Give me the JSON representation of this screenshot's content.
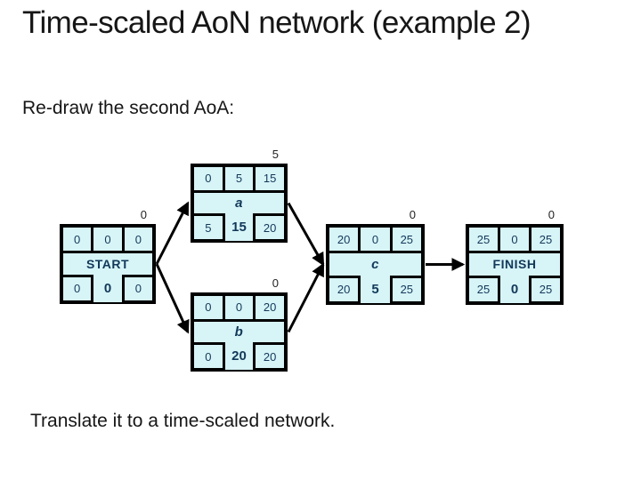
{
  "slide": {
    "title": "Time-scaled AoN network (example 2)",
    "subtitle": "Re-draw the second AoA:",
    "footer": "Translate it to a time-scaled network."
  },
  "colors": {
    "node_fill": "#d7f4f7",
    "node_text": "#12395a",
    "edge": "#000000"
  },
  "diagram": {
    "type": "activity-on-node-network",
    "nodes": [
      {
        "id": "start",
        "name": "START",
        "above_label": "0",
        "top_row": [
          "0",
          "0",
          "0"
        ],
        "bottom_row": [
          "0",
          "0",
          "0"
        ]
      },
      {
        "id": "a",
        "name": "a",
        "above_label": "5",
        "top_row": [
          "0",
          "5",
          "15"
        ],
        "bottom_row": [
          "5",
          "15",
          "20"
        ]
      },
      {
        "id": "b",
        "name": "b",
        "above_label": "0",
        "top_row": [
          "0",
          "0",
          "20"
        ],
        "bottom_row": [
          "0",
          "20",
          "20"
        ]
      },
      {
        "id": "c",
        "name": "c",
        "above_label": "0",
        "top_row": [
          "20",
          "0",
          "25"
        ],
        "bottom_row": [
          "20",
          "5",
          "25"
        ]
      },
      {
        "id": "finish",
        "name": "FINISH",
        "above_label": "0",
        "top_row": [
          "25",
          "0",
          "25"
        ],
        "bottom_row": [
          "25",
          "0",
          "25"
        ]
      }
    ],
    "edges": [
      {
        "from": "start",
        "to": "a"
      },
      {
        "from": "start",
        "to": "b"
      },
      {
        "from": "a",
        "to": "c"
      },
      {
        "from": "b",
        "to": "c"
      },
      {
        "from": "c",
        "to": "finish"
      }
    ]
  }
}
